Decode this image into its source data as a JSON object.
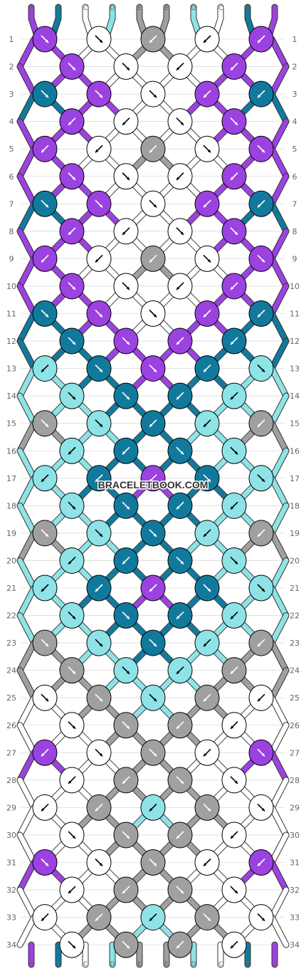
{
  "watermark": "BRACELETBOOK.COM",
  "colors": {
    "A": "#9b42e0",
    "B": "#117a9c",
    "C": "#ffffff",
    "D": "#8ee3e6",
    "E": "#a0a0a0",
    "outline": "#000000",
    "grid": "#cfcfcf"
  },
  "strings_top": [
    "A",
    "B",
    "C",
    "D",
    "E",
    "E",
    "D",
    "C",
    "B",
    "A"
  ],
  "strings_bottom": [
    "A",
    "B",
    "C",
    "D",
    "E",
    "E",
    "D",
    "C",
    "B",
    "A"
  ],
  "row_labels": [
    "1",
    "2",
    "3",
    "4",
    "5",
    "6",
    "7",
    "8",
    "9",
    "10",
    "11",
    "12",
    "13",
    "14",
    "15",
    "16",
    "17",
    "18",
    "19",
    "20",
    "21",
    "22",
    "23",
    "24",
    "25",
    "26",
    "27",
    "28",
    "29",
    "30",
    "31",
    "32",
    "33",
    "34"
  ],
  "knots": [
    {
      "row": 1,
      "items": [
        {
          "c": "A",
          "d": "se"
        },
        {
          "c": "C",
          "d": "se"
        },
        {
          "c": "E",
          "d": "sw"
        },
        {
          "c": "C",
          "d": "sw"
        },
        {
          "c": "A",
          "d": "sw"
        }
      ]
    },
    {
      "row": 2,
      "items": [
        {
          "c": "A",
          "d": "se"
        },
        {
          "c": "C",
          "d": "se"
        },
        {
          "c": "C",
          "d": "sw"
        },
        {
          "c": "A",
          "d": "sw"
        }
      ]
    },
    {
      "row": 3,
      "items": [
        {
          "c": "B",
          "d": "se"
        },
        {
          "c": "A",
          "d": "se"
        },
        {
          "c": "C",
          "d": "se"
        },
        {
          "c": "A",
          "d": "sw"
        },
        {
          "c": "B",
          "d": "sw"
        }
      ]
    },
    {
      "row": 4,
      "items": [
        {
          "c": "A",
          "d": "sw"
        },
        {
          "c": "C",
          "d": "sw"
        },
        {
          "c": "C",
          "d": "se"
        },
        {
          "c": "A",
          "d": "se"
        }
      ]
    },
    {
      "row": 5,
      "items": [
        {
          "c": "A",
          "d": "sw"
        },
        {
          "c": "C",
          "d": "sw"
        },
        {
          "c": "E",
          "d": "sw"
        },
        {
          "c": "C",
          "d": "se"
        },
        {
          "c": "A",
          "d": "se"
        }
      ]
    },
    {
      "row": 6,
      "items": [
        {
          "c": "A",
          "d": "se"
        },
        {
          "c": "C",
          "d": "se"
        },
        {
          "c": "C",
          "d": "sw"
        },
        {
          "c": "A",
          "d": "sw"
        }
      ]
    },
    {
      "row": 7,
      "items": [
        {
          "c": "B",
          "d": "se"
        },
        {
          "c": "A",
          "d": "se"
        },
        {
          "c": "C",
          "d": "se"
        },
        {
          "c": "A",
          "d": "sw"
        },
        {
          "c": "B",
          "d": "sw"
        }
      ]
    },
    {
      "row": 8,
      "items": [
        {
          "c": "A",
          "d": "sw"
        },
        {
          "c": "C",
          "d": "sw"
        },
        {
          "c": "C",
          "d": "se"
        },
        {
          "c": "A",
          "d": "se"
        }
      ]
    },
    {
      "row": 9,
      "items": [
        {
          "c": "A",
          "d": "sw"
        },
        {
          "c": "C",
          "d": "sw"
        },
        {
          "c": "E",
          "d": "sw"
        },
        {
          "c": "C",
          "d": "se"
        },
        {
          "c": "A",
          "d": "se"
        }
      ]
    },
    {
      "row": 10,
      "items": [
        {
          "c": "A",
          "d": "se"
        },
        {
          "c": "C",
          "d": "se"
        },
        {
          "c": "C",
          "d": "sw"
        },
        {
          "c": "A",
          "d": "sw"
        }
      ]
    },
    {
      "row": 11,
      "items": [
        {
          "c": "B",
          "d": "se"
        },
        {
          "c": "A",
          "d": "se"
        },
        {
          "c": "C",
          "d": "se"
        },
        {
          "c": "A",
          "d": "sw"
        },
        {
          "c": "B",
          "d": "sw"
        }
      ]
    },
    {
      "row": 12,
      "items": [
        {
          "c": "B",
          "d": "se"
        },
        {
          "c": "A",
          "d": "se"
        },
        {
          "c": "A",
          "d": "sw"
        },
        {
          "c": "B",
          "d": "sw"
        }
      ]
    },
    {
      "row": 13,
      "items": [
        {
          "c": "D",
          "d": "sw"
        },
        {
          "c": "B",
          "d": "se"
        },
        {
          "c": "A",
          "d": "se"
        },
        {
          "c": "B",
          "d": "sw"
        },
        {
          "c": "D",
          "d": "se"
        }
      ]
    },
    {
      "row": 14,
      "items": [
        {
          "c": "D",
          "d": "se"
        },
        {
          "c": "B",
          "d": "se"
        },
        {
          "c": "B",
          "d": "sw"
        },
        {
          "c": "D",
          "d": "sw"
        }
      ]
    },
    {
      "row": 15,
      "items": [
        {
          "c": "E",
          "d": "se"
        },
        {
          "c": "D",
          "d": "se"
        },
        {
          "c": "B",
          "d": "sw"
        },
        {
          "c": "D",
          "d": "sw"
        },
        {
          "c": "E",
          "d": "sw"
        }
      ]
    },
    {
      "row": 16,
      "items": [
        {
          "c": "D",
          "d": "sw"
        },
        {
          "c": "B",
          "d": "sw"
        },
        {
          "c": "B",
          "d": "se"
        },
        {
          "c": "D",
          "d": "se"
        }
      ]
    },
    {
      "row": 17,
      "items": [
        {
          "c": "D",
          "d": "sw"
        },
        {
          "c": "B",
          "d": "sw"
        },
        {
          "c": "A",
          "d": "sw"
        },
        {
          "c": "B",
          "d": "se"
        },
        {
          "c": "D",
          "d": "se"
        }
      ]
    },
    {
      "row": 18,
      "items": [
        {
          "c": "D",
          "d": "se"
        },
        {
          "c": "B",
          "d": "se"
        },
        {
          "c": "B",
          "d": "sw"
        },
        {
          "c": "D",
          "d": "sw"
        }
      ]
    },
    {
      "row": 19,
      "items": [
        {
          "c": "E",
          "d": "se"
        },
        {
          "c": "D",
          "d": "se"
        },
        {
          "c": "B",
          "d": "se"
        },
        {
          "c": "D",
          "d": "sw"
        },
        {
          "c": "E",
          "d": "sw"
        }
      ]
    },
    {
      "row": 20,
      "items": [
        {
          "c": "D",
          "d": "sw"
        },
        {
          "c": "B",
          "d": "sw"
        },
        {
          "c": "B",
          "d": "se"
        },
        {
          "c": "D",
          "d": "se"
        }
      ]
    },
    {
      "row": 21,
      "items": [
        {
          "c": "D",
          "d": "sw"
        },
        {
          "c": "B",
          "d": "sw"
        },
        {
          "c": "A",
          "d": "sw"
        },
        {
          "c": "B",
          "d": "se"
        },
        {
          "c": "D",
          "d": "se"
        }
      ]
    },
    {
      "row": 22,
      "items": [
        {
          "c": "D",
          "d": "se"
        },
        {
          "c": "B",
          "d": "se"
        },
        {
          "c": "B",
          "d": "sw"
        },
        {
          "c": "D",
          "d": "sw"
        }
      ]
    },
    {
      "row": 23,
      "items": [
        {
          "c": "E",
          "d": "se"
        },
        {
          "c": "D",
          "d": "se"
        },
        {
          "c": "B",
          "d": "se"
        },
        {
          "c": "D",
          "d": "sw"
        },
        {
          "c": "E",
          "d": "sw"
        }
      ]
    },
    {
      "row": 24,
      "items": [
        {
          "c": "E",
          "d": "se"
        },
        {
          "c": "D",
          "d": "se"
        },
        {
          "c": "D",
          "d": "sw"
        },
        {
          "c": "E",
          "d": "sw"
        }
      ]
    },
    {
      "row": 25,
      "items": [
        {
          "c": "C",
          "d": "se"
        },
        {
          "c": "E",
          "d": "se"
        },
        {
          "c": "D",
          "d": "se"
        },
        {
          "c": "E",
          "d": "sw"
        },
        {
          "c": "C",
          "d": "sw"
        }
      ]
    },
    {
      "row": 26,
      "items": [
        {
          "c": "C",
          "d": "se"
        },
        {
          "c": "E",
          "d": "se"
        },
        {
          "c": "E",
          "d": "sw"
        },
        {
          "c": "C",
          "d": "sw"
        }
      ]
    },
    {
      "row": 27,
      "items": [
        {
          "c": "A",
          "d": "sw"
        },
        {
          "c": "C",
          "d": "se"
        },
        {
          "c": "E",
          "d": "se"
        },
        {
          "c": "C",
          "d": "sw"
        },
        {
          "c": "A",
          "d": "se"
        }
      ]
    },
    {
      "row": 28,
      "items": [
        {
          "c": "C",
          "d": "sw"
        },
        {
          "c": "E",
          "d": "sw"
        },
        {
          "c": "E",
          "d": "se"
        },
        {
          "c": "C",
          "d": "se"
        }
      ]
    },
    {
      "row": 29,
      "items": [
        {
          "c": "C",
          "d": "sw"
        },
        {
          "c": "E",
          "d": "sw"
        },
        {
          "c": "D",
          "d": "sw"
        },
        {
          "c": "E",
          "d": "se"
        },
        {
          "c": "C",
          "d": "se"
        }
      ]
    },
    {
      "row": 30,
      "items": [
        {
          "c": "C",
          "d": "se"
        },
        {
          "c": "E",
          "d": "se"
        },
        {
          "c": "E",
          "d": "sw"
        },
        {
          "c": "C",
          "d": "sw"
        }
      ]
    },
    {
      "row": 31,
      "items": [
        {
          "c": "A",
          "d": "se"
        },
        {
          "c": "C",
          "d": "se"
        },
        {
          "c": "E",
          "d": "se"
        },
        {
          "c": "C",
          "d": "sw"
        },
        {
          "c": "A",
          "d": "sw"
        }
      ]
    },
    {
      "row": 32,
      "items": [
        {
          "c": "C",
          "d": "sw"
        },
        {
          "c": "E",
          "d": "sw"
        },
        {
          "c": "E",
          "d": "se"
        },
        {
          "c": "C",
          "d": "se"
        }
      ]
    },
    {
      "row": 33,
      "items": [
        {
          "c": "C",
          "d": "sw"
        },
        {
          "c": "E",
          "d": "sw"
        },
        {
          "c": "D",
          "d": "sw"
        },
        {
          "c": "E",
          "d": "se"
        },
        {
          "c": "C",
          "d": "se"
        }
      ]
    },
    {
      "row": 34,
      "items": [
        {
          "c": "C",
          "d": "se"
        },
        {
          "c": "E",
          "d": "se"
        },
        {
          "c": "E",
          "d": "sw"
        },
        {
          "c": "C",
          "d": "sw"
        }
      ]
    }
  ]
}
